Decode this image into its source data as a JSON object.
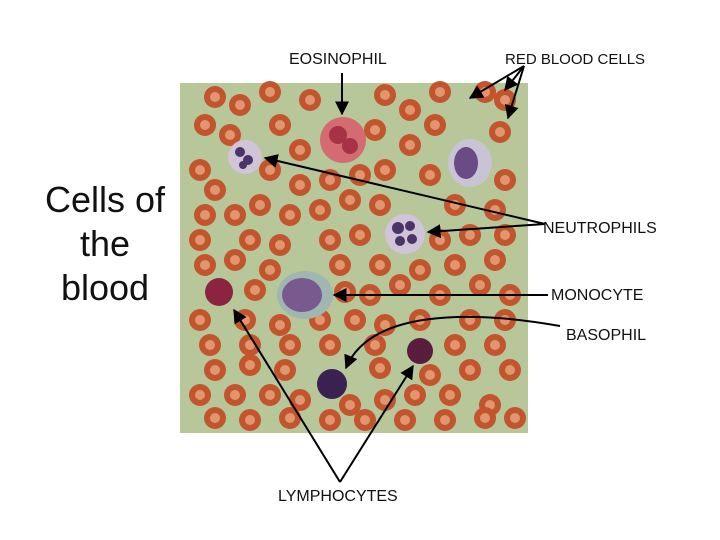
{
  "title": "Cells of the blood",
  "labels": {
    "eosinophil": "EOSINOPHIL",
    "red_blood_cells": "RED BLOOD CELLS",
    "neutrophils": "NEUTROPHILS",
    "monocyte": "MONOCYTE",
    "basophil": "BASOPHIL",
    "lymphocytes": "LYMPHOCYTES"
  },
  "colors": {
    "background": "#b7c79a",
    "red_cell": "#c2542e",
    "red_cell_center": "#e0966e",
    "eosinophil": "#c8535e",
    "neutrophil_nucleus": "#4b3467",
    "monocyte": "#8a6a9a",
    "lymphocyte": "#7a1f3a",
    "basophil": "#3b2152",
    "arrow": "#000000"
  }
}
